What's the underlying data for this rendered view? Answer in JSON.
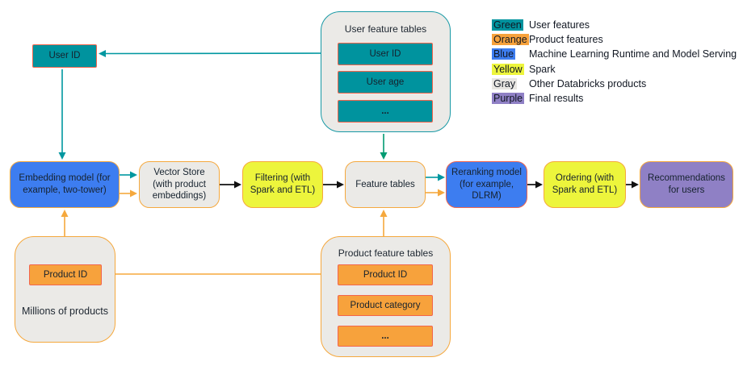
{
  "colors": {
    "teal_fill": "#00939E",
    "teal_arrow": "#0097A0",
    "green_arrow": "#009B72",
    "orange_fill": "#F7A23C",
    "orange_border": "#F5A83D",
    "salmon_border": "#F2654C",
    "blue_fill": "#3D7DF0",
    "yellow_fill": "#EDF53C",
    "purple_fill": "#8F80C5",
    "gray_fill": "#EBEAE7",
    "black_arrow": "#111111"
  },
  "nodes": {
    "user_id_top": {
      "label": "User ID"
    },
    "embedding_model": {
      "label": "Embedding model (for example, two-tower)"
    },
    "vector_store": {
      "label": "Vector Store (with product embeddings)"
    },
    "filtering": {
      "label": "Filtering (with Spark and ETL)"
    },
    "feature_tables": {
      "label": "Feature tables"
    },
    "reranking_model": {
      "label": "Reranking model (for example, DLRM)"
    },
    "ordering": {
      "label": "Ordering (with Spark and ETL)"
    },
    "recommendations": {
      "label": "Recommendations for users"
    }
  },
  "containers": {
    "user_feature_tables": {
      "title": "User feature tables",
      "rows": [
        "User ID",
        "User age",
        "..."
      ]
    },
    "millions_of_products": {
      "caption": "Millions of products",
      "rows": [
        "Product ID"
      ]
    },
    "product_feature_tables": {
      "title": "Product feature tables",
      "rows": [
        "Product ID",
        "Product category",
        "..."
      ]
    }
  },
  "legend": {
    "items": [
      {
        "swatch": "Green",
        "label": "User features",
        "color": "#00939E"
      },
      {
        "swatch": "Orange",
        "label": "Product features",
        "color": "#F7A23C"
      },
      {
        "swatch": "Blue",
        "label": "Machine Learning Runtime and Model Serving",
        "color": "#3D7DF0"
      },
      {
        "swatch": "Yellow",
        "label": "Spark",
        "color": "#EDF53C"
      },
      {
        "swatch": "Gray",
        "label": "Other Databricks products",
        "color": "#E8E6E2"
      },
      {
        "swatch": "Purple",
        "label": "Final results",
        "color": "#8F80C5"
      }
    ]
  }
}
